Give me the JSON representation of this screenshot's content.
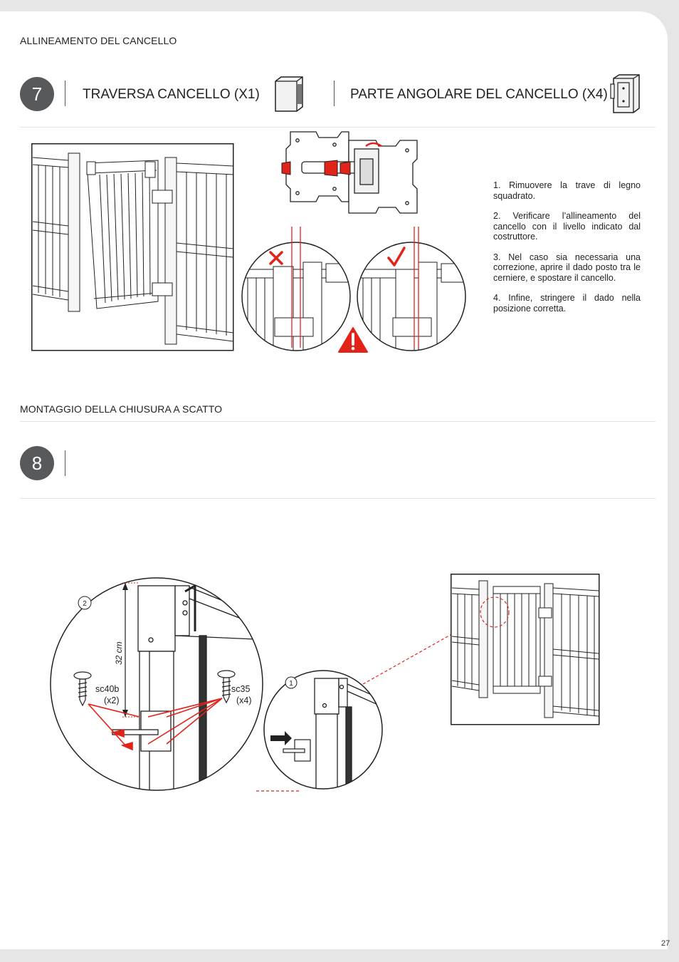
{
  "section7": {
    "title": "ALLINEAMENTO DEL CANCELLO",
    "step_number": "7",
    "part1_label": "TRAVERSA CANCELLO (X1)",
    "part2_label": "PARTE ANGOLARE DEL CANCELLO (X4)",
    "instructions": [
      "1.  Rimuovere la trave di legno squadrato.",
      "2.  Verificare l’allineamento del cancello con il livello indicato dal costruttore.",
      "3.  Nel caso sia necessaria una correzione, aprire il dado posto tra le cerniere, e spostare il cancello.",
      "4. Infine, stringere il dado nella posizione corretta."
    ]
  },
  "section8": {
    "title": "MONTAGGIO DELLA CHIUSURA A SCATTO",
    "step_number": "8",
    "detail2_number": "2",
    "detail1_number": "1",
    "measure_label": "32 cm",
    "screw1_code": "sc40b",
    "screw1_qty": "(x2)",
    "screw2_code": "sc35",
    "screw2_qty": "(x4)"
  },
  "colors": {
    "accent_red": "#e2231a",
    "step_circle": "#58595b"
  },
  "page_number": "27"
}
